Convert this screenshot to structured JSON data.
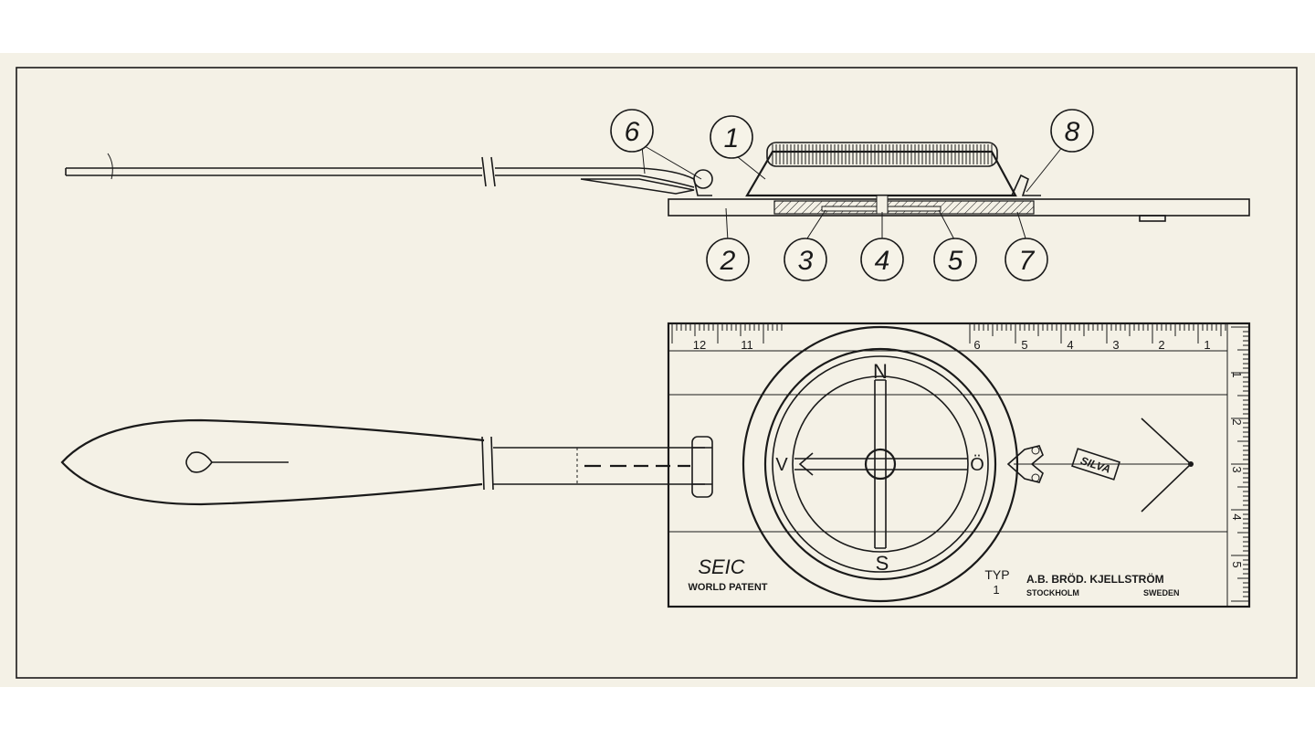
{
  "callouts": [
    {
      "number": "1"
    },
    {
      "number": "2"
    },
    {
      "number": "3"
    },
    {
      "number": "4"
    },
    {
      "number": "5"
    },
    {
      "number": "6"
    },
    {
      "number": "7"
    },
    {
      "number": "8"
    }
  ],
  "ruler": {
    "top_left": [
      "12",
      "11"
    ],
    "top_right": [
      "6",
      "5",
      "4",
      "3",
      "2",
      "1"
    ],
    "right_side": [
      "1",
      "2",
      "3",
      "4",
      "5"
    ]
  },
  "compass": {
    "north": "N",
    "south": "S",
    "west": "V",
    "east": "Ö"
  },
  "plate_text": {
    "brand_logo": "SEIC",
    "patent": "WORLD PATENT",
    "type_label": "TYP",
    "type_number": "1",
    "maker": "A.B. BRÖD. KJELLSTRÖM",
    "city": "STOCKHOLM",
    "country": "SWEDEN",
    "silva_logo": "SILVA"
  },
  "colors": {
    "paper": "#f4f1e6",
    "ink": "#1a1a1a"
  }
}
